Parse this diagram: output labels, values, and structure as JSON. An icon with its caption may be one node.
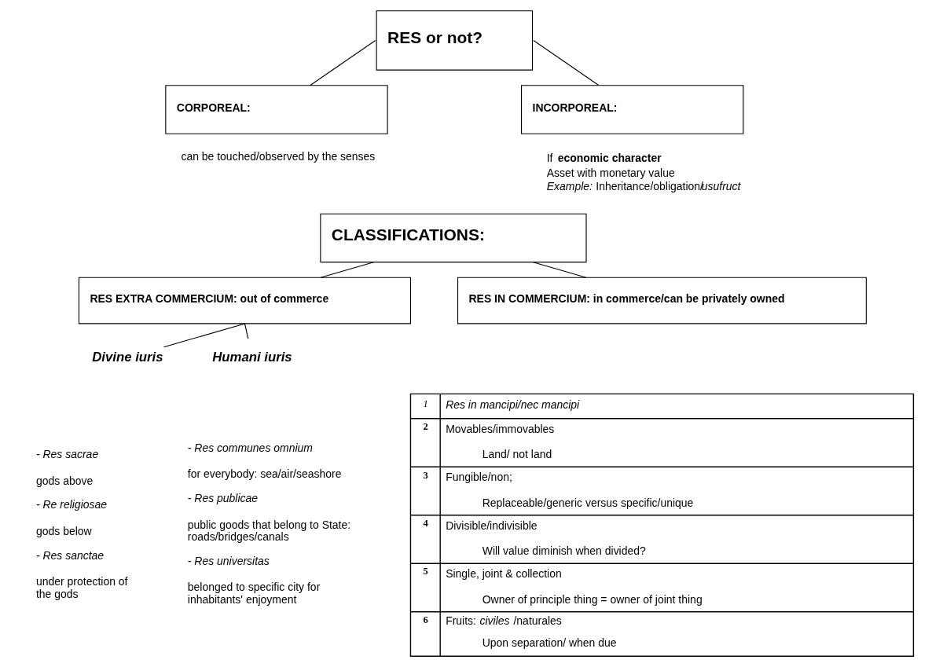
{
  "diagram": {
    "nodes": [
      {
        "text": [
          "RES or not?"
        ]
      },
      {
        "text": [
          "CORPOREAL:"
        ],
        "beside": [
          "can be touched/observed by the senses"
        ]
      },
      {
        "text": [
          "INCORPOREAL:"
        ],
        "beside": [
          "If **economic character**",
          "Asset with monetary value",
          "*Example:* Inheritance/obligation/*usufruct*"
        ]
      },
      {
        "text": [
          "CLASSIFICATIONS:"
        ]
      },
      {
        "text": [
          "RES EXTRA COMMERCIUM: out of commerce"
        ]
      },
      {
        "text": [
          "RES IN COMMERCIUM: in commerce/can be privately owned"
        ]
      },
      {
        "text": [
          "Divine iuris"
        ],
        "beside": [
          "- Res sacrae",
          "gods above",
          "- Re religiosae",
          "gods below",
          "- Res sanctae",
          "under protection of the gods"
        ]
      },
      {
        "text": [
          "Humani iuris"
        ],
        "beside": [
          "- Res communes omnium",
          "for everybody: sea/air/seashore",
          "- Res publicae",
          "public goods that belong to State: roads/bridges/canals",
          "- Res universitas",
          "belonged to specific city for inhabitants' enjoyment"
        ]
      }
    ],
    "edges": [
      {
        "from": 0,
        "to": 1,
        "arrow": "none"
      },
      {
        "from": 0,
        "to": 2,
        "arrow": "none"
      },
      {
        "from": 3,
        "to": 4,
        "arrow": "none"
      },
      {
        "from": 3,
        "to": 5,
        "arrow": "none"
      },
      {
        "from": 4,
        "to": 6,
        "arrow": "none"
      },
      {
        "from": 4,
        "to": 7,
        "arrow": "none"
      }
    ],
    "labels": [
      "1",
      "Res in mancipi/nec mancipi",
      "2",
      "Movables/immovables",
      "Land/ not land",
      "3",
      "Fungible/non;",
      "Replaceable/generic versus specific/unique",
      "4",
      "Divisible/indivisible",
      "Will value diminish when divided?",
      "5",
      "Single, joint & collection",
      "Owner of principle thing = owner of joint thing",
      "6",
      "Fruits: *civiles* /naturales",
      "Upon separation/ when due"
    ]
  }
}
